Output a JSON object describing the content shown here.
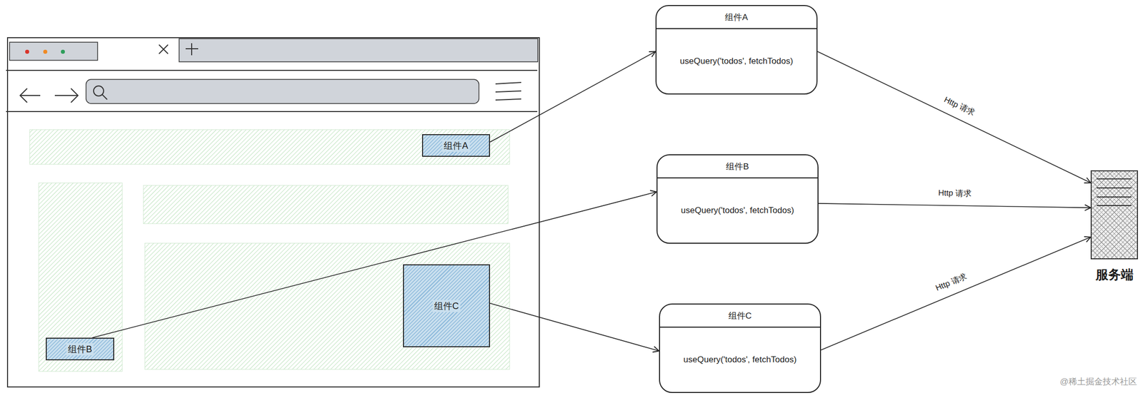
{
  "diagram": {
    "nodes": [
      {
        "text": [
          "组件A"
        ]
      },
      {
        "text": [
          "组件B"
        ]
      },
      {
        "text": [
          "组件C"
        ]
      },
      {
        "text": [
          "组件A",
          "useQuery('todos', fetchTodos)"
        ]
      },
      {
        "text": [
          "组件B",
          "useQuery('todos', fetchTodos)"
        ]
      },
      {
        "text": [
          "组件C",
          "useQuery('todos', fetchTodos)"
        ]
      },
      {
        "text": [
          "服务端"
        ]
      }
    ],
    "edges": [
      {
        "from": 0,
        "to": 3,
        "arrow": "to"
      },
      {
        "from": 1,
        "to": 4,
        "arrow": "to"
      },
      {
        "from": 2,
        "to": 5,
        "arrow": "to"
      },
      {
        "from": 3,
        "to": 6,
        "label": "Http 请求",
        "arrow": "to"
      },
      {
        "from": 4,
        "to": 6,
        "label": "Http 请求",
        "arrow": "to"
      },
      {
        "from": 5,
        "to": 6,
        "label": "Http 请求",
        "arrow": "to"
      }
    ],
    "labels": [
      "@稀土掘金技术社区"
    ]
  }
}
